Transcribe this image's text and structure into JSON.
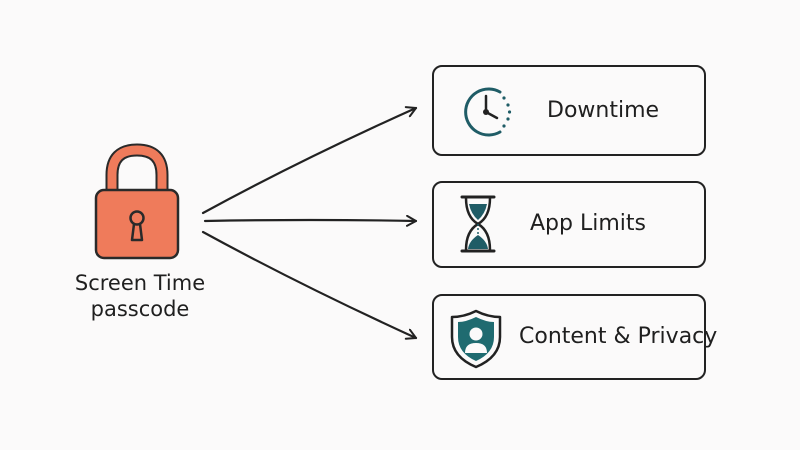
{
  "lock": {
    "icon": "padlock-icon",
    "color": "#ef7b5b",
    "label_line1": "Screen Time",
    "label_line2": "passcode"
  },
  "features": [
    {
      "label": "Downtime",
      "icon": "clock-icon",
      "color": "#1f5c66"
    },
    {
      "label": "App Limits",
      "icon": "hourglass-icon",
      "color": "#1f5c66"
    },
    {
      "label": "Content & Privacy",
      "icon": "shield-person-icon",
      "color": "#1f6b70"
    }
  ]
}
